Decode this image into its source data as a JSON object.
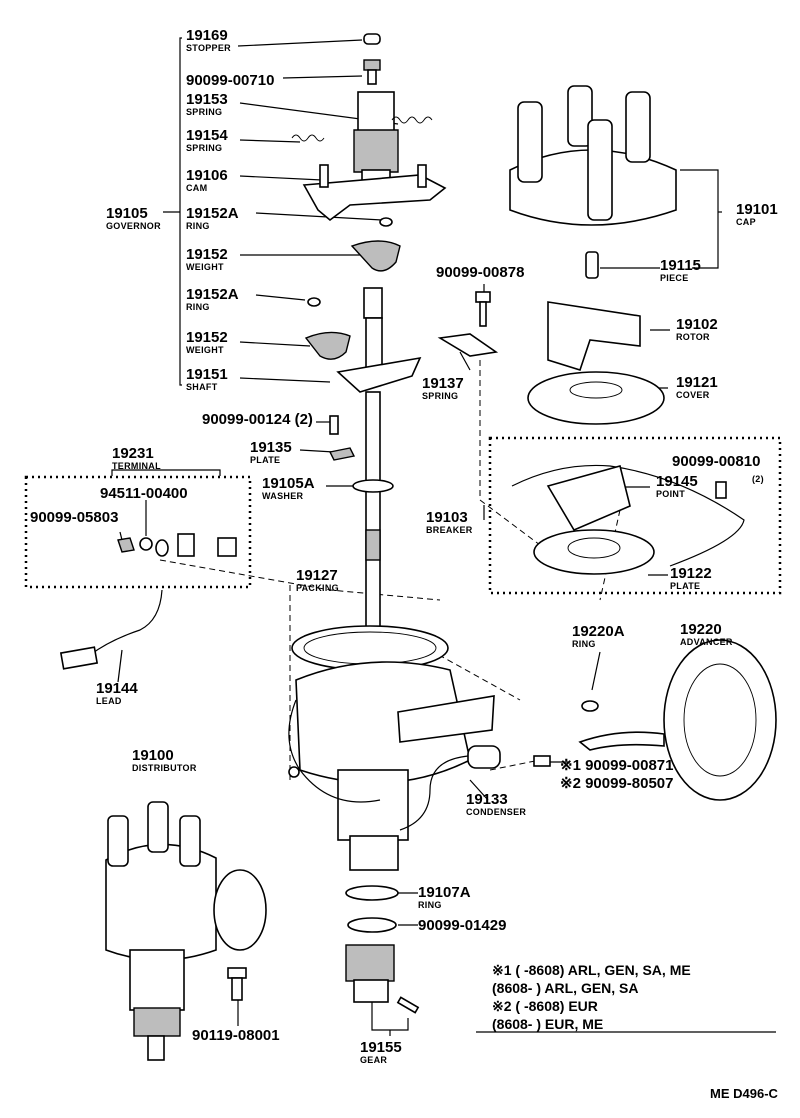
{
  "callouts": [
    {
      "id": "stopper",
      "num": "19169",
      "label": "STOPPER"
    },
    {
      "id": "bolt-top",
      "num": "90099-00710",
      "label": ""
    },
    {
      "id": "spring-a",
      "num": "19153",
      "label": "SPRING"
    },
    {
      "id": "spring-b",
      "num": "19154",
      "label": "SPRING"
    },
    {
      "id": "cam",
      "num": "19106",
      "label": "CAM"
    },
    {
      "id": "governor",
      "num": "19105",
      "label": "GOVERNOR"
    },
    {
      "id": "ring-a",
      "num": "19152A",
      "label": "RING"
    },
    {
      "id": "weight-a",
      "num": "19152",
      "label": "WEIGHT"
    },
    {
      "id": "ring-b",
      "num": "19152A",
      "label": "RING"
    },
    {
      "id": "weight-b",
      "num": "19152",
      "label": "WEIGHT"
    },
    {
      "id": "shaft",
      "num": "19151",
      "label": "SHAFT"
    },
    {
      "id": "screw-2",
      "num": "90099-00124 (2)",
      "label": ""
    },
    {
      "id": "plate-a",
      "num": "19135",
      "label": "PLATE"
    },
    {
      "id": "washer",
      "num": "19105A",
      "label": "WASHER"
    },
    {
      "id": "terminal",
      "num": "19231",
      "label": "TERMINAL"
    },
    {
      "id": "term-part",
      "num": "94511-00400",
      "label": ""
    },
    {
      "id": "nut",
      "num": "90099-05803",
      "label": ""
    },
    {
      "id": "packing",
      "num": "19127",
      "label": "PACKING"
    },
    {
      "id": "lead",
      "num": "19144",
      "label": "LEAD"
    },
    {
      "id": "distributor",
      "num": "19100",
      "label": "DISTRIBUTOR"
    },
    {
      "id": "cap",
      "num": "19101",
      "label": "CAP"
    },
    {
      "id": "piece",
      "num": "19115",
      "label": "PIECE"
    },
    {
      "id": "bolt-878",
      "num": "90099-00878",
      "label": ""
    },
    {
      "id": "rotor",
      "num": "19102",
      "label": "ROTOR"
    },
    {
      "id": "spring-c",
      "num": "19137",
      "label": "SPRING"
    },
    {
      "id": "cover",
      "num": "19121",
      "label": "COVER"
    },
    {
      "id": "screw-810",
      "num": "90099-00810",
      "label": "(2)"
    },
    {
      "id": "point",
      "num": "19145",
      "label": "POINT"
    },
    {
      "id": "breaker",
      "num": "19103",
      "label": "BREAKER"
    },
    {
      "id": "plate-b",
      "num": "19122",
      "label": "PLATE"
    },
    {
      "id": "ring-c",
      "num": "19220A",
      "label": "RING"
    },
    {
      "id": "advancer",
      "num": "19220",
      "label": "ADVANCER"
    },
    {
      "id": "screw-871",
      "num": "※1 90099-00871",
      "label": ""
    },
    {
      "id": "screw-507",
      "num": "※2 90099-80507",
      "label": ""
    },
    {
      "id": "condenser",
      "num": "19133",
      "label": "CONDENSER"
    },
    {
      "id": "ring-d",
      "num": "19107A",
      "label": "RING"
    },
    {
      "id": "washer-b",
      "num": "90099-01429",
      "label": ""
    },
    {
      "id": "gear",
      "num": "19155",
      "label": "GEAR"
    },
    {
      "id": "bolt-bottom",
      "num": "90119-08001",
      "label": ""
    }
  ],
  "notes": [
    {
      "mark": "※1",
      "text": "(        -8608) ARL, GEN, SA, ME"
    },
    {
      "mark": "",
      "text": "(8608-          ) ARL, GEN, SA"
    },
    {
      "mark": "※2",
      "text": "(        -8608) EUR"
    },
    {
      "mark": "",
      "text": "(8608-          ) EUR, ME"
    }
  ],
  "code": "ME D496-C"
}
